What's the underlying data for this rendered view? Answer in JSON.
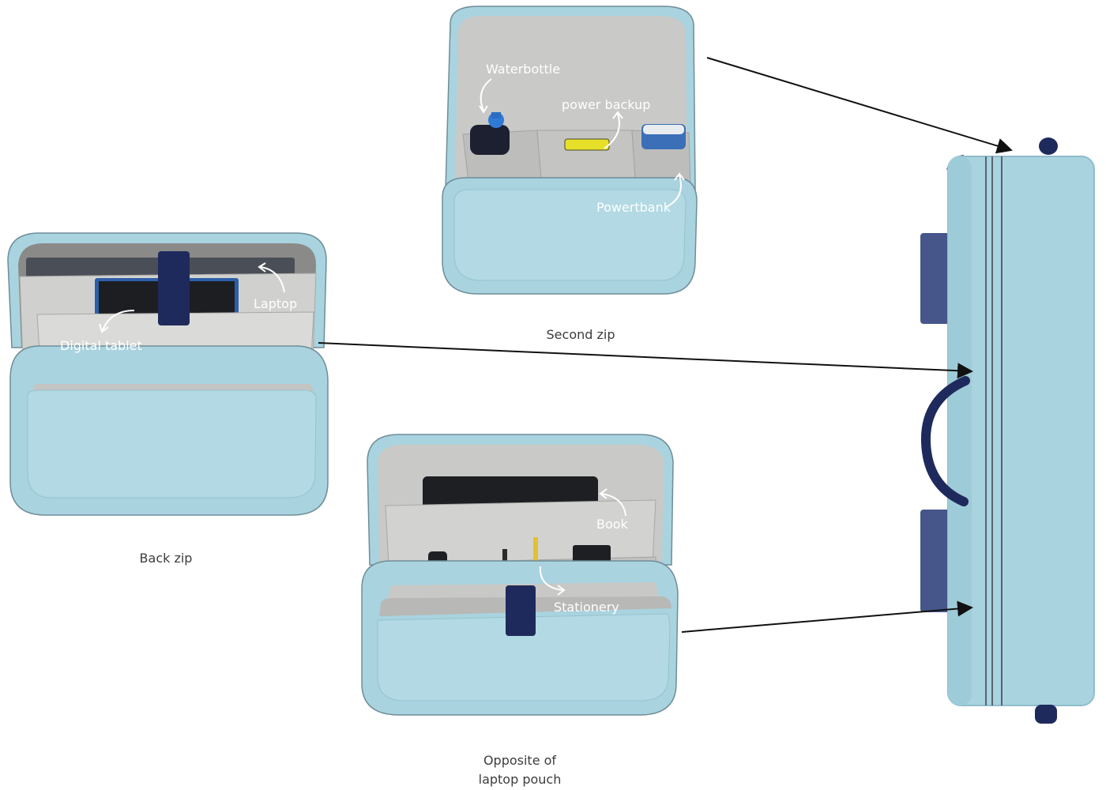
{
  "captions": {
    "second_zip": "Second zip",
    "back_zip": "Back zip",
    "opposite_line1": "Opposite of",
    "opposite_line2": "laptop pouch"
  },
  "labels": {
    "waterbottle": "Waterbottle",
    "power_backup": "power backup",
    "powerbank": "Powertbank",
    "laptop": "Laptop",
    "digital_tablet": "Digital tablet",
    "book": "Book",
    "stationery": "Stationery"
  },
  "colors": {
    "bag_shell": "#a9d3df",
    "bag_shell_dark": "#8fbccb",
    "lining": "#c9c9c7",
    "lining_light": "#dcdcda",
    "strap_navy": "#1f2a5c",
    "zip": "#5a6270",
    "arrow": "#111111"
  }
}
